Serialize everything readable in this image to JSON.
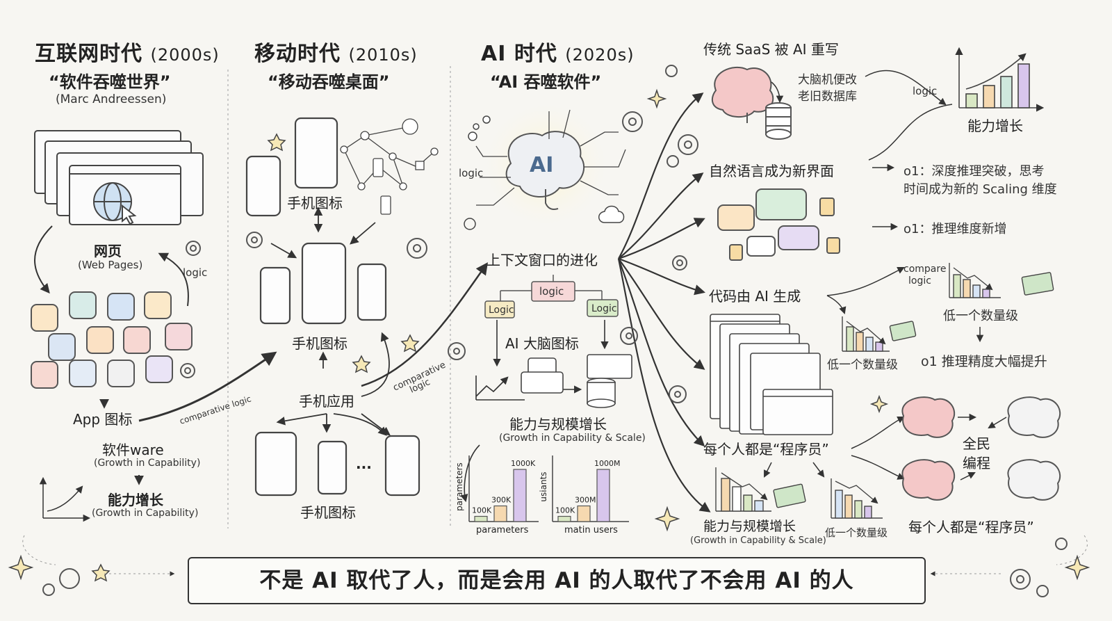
{
  "eras": {
    "internet": {
      "title": "互联网时代",
      "years": "(2000s)",
      "quote": "“软件吞噬世界”",
      "attribution": "(Marc Andreessen)"
    },
    "mobile": {
      "title": "移动时代",
      "years": "(2010s)",
      "quote": "“移动吞噬桌面”"
    },
    "ai": {
      "title": "AI 时代",
      "years": "(2020s)",
      "quote": "“AI 吞噬软件”"
    }
  },
  "internet_col": {
    "web_label": "网页",
    "web_sub": "(Web Pages)",
    "logic": "logic",
    "app_icon": "App 图标",
    "comparative": "comparative logic",
    "software": "软件ware",
    "software_sub": "(Growth in Capability)",
    "growth": "能力增长",
    "growth_sub": "(Growth in Capability)"
  },
  "mobile_col": {
    "phone_icon_top": "手机图标",
    "phone_icon_mid": "手机图标",
    "phone_app": "手机应用",
    "phone_icon_bottom": "手机图标",
    "ellipsis": "...",
    "comparative": "comparative logic"
  },
  "ai_col": {
    "brain_label": "AI",
    "logic": "logic",
    "context": "上下文窗口的进化",
    "logic_box": "logic",
    "logic_left": "Logic",
    "logic_right": "Logic",
    "brain_icon": "AI 大脑图标",
    "scale": "能力与规模增长",
    "scale_sub": "(Growth in Capability & Scale)",
    "chart1_ylabel": "parameters",
    "chart1_xlabel": "parameters",
    "chart2_ylabel": "usiants",
    "chart2_xlabel": "matin users"
  },
  "right": {
    "saas": "传统 SaaS 被 AI 重写",
    "brain_db": "大脑机便改",
    "brain_db2": "老旧数据库",
    "logic": "logic",
    "growth": "能力增长",
    "nl": "自然语言成为新界面",
    "o1_deep": "o1：深度推理突破，思考",
    "o1_deep2": "时间成为新的 Scaling 维度",
    "o1_reason": "o1：推理维度新增",
    "code": "代码由 AI 生成",
    "compare": "compare",
    "compare2": "logic",
    "lower_order": "低一个数量级",
    "lower_order2": "低一个数量级",
    "o1_precision": "o1 推理精度大幅提升",
    "everyone": "每个人都是“程序员”",
    "scale": "能力与规模增长",
    "scale_sub": "(Growth in Capability & Scale)",
    "lower_order3": "低一个数量级",
    "all_people": "全民",
    "all_people2": "编程",
    "everyone2": "每个人都是“程序员”"
  },
  "banner": "不是 AI 取代了人，而是会用 AI 的人取代了不会用 AI 的人",
  "chart_data": [
    {
      "type": "bar",
      "categories": [
        "",
        "",
        ""
      ],
      "values": [
        100,
        300,
        1000
      ],
      "data_labels": [
        "100K",
        "300K",
        "1000K"
      ],
      "ylabel": "parameters",
      "xlabel": "parameters",
      "colors": [
        "#d9e8c4",
        "#f6d9b0",
        "#d8c6ec"
      ]
    },
    {
      "type": "bar",
      "categories": [
        "",
        "",
        ""
      ],
      "values": [
        100,
        300,
        1000
      ],
      "data_labels": [
        "100K",
        "300M",
        "1000M"
      ],
      "ylabel": "usiants",
      "xlabel": "matin users",
      "colors": [
        "#d9e8c4",
        "#f6d9b0",
        "#d8c6ec"
      ]
    }
  ]
}
